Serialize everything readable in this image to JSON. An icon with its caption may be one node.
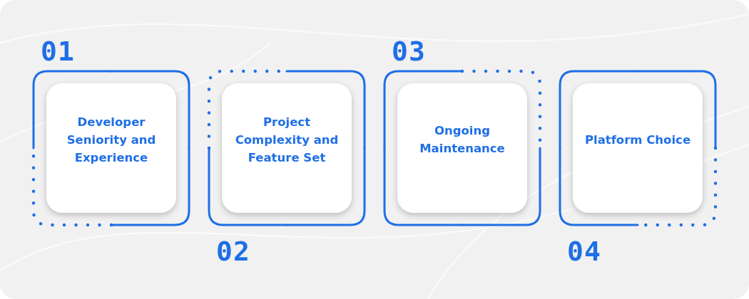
{
  "diagram": {
    "nodes": [
      {
        "text": [],
        "shape": "box",
        "beside": [
          "01"
        ]
      },
      {
        "text": [
          "Developer Seniority and Experience"
        ],
        "in": 0
      },
      {
        "text": [],
        "shape": "box",
        "beside": [
          "02"
        ]
      },
      {
        "text": [
          "Project Complexity and Feature Set"
        ],
        "in": 2
      },
      {
        "text": [],
        "shape": "box",
        "beside": [
          "03"
        ]
      },
      {
        "text": [
          "Ongoing Maintenance"
        ],
        "in": 4
      },
      {
        "text": [],
        "shape": "box",
        "beside": [
          "04"
        ]
      },
      {
        "text": [
          "Platform Choice"
        ],
        "in": 6
      }
    ]
  }
}
